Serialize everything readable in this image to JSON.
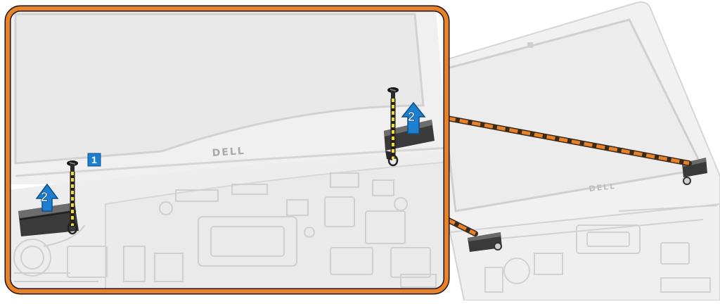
{
  "brand_logo": "DELL",
  "callouts": {
    "step1": "1",
    "step2_left": "2",
    "step2_right": "2"
  },
  "colors": {
    "callout_frame": "#e8822a",
    "step_badge": "#1c7fd0",
    "screw_path": "#f2dc2a",
    "leader_dash": "#e8822a",
    "hinge_cover": "#3a3a3a"
  },
  "icons": [
    "screw-icon",
    "lift-arrow-icon",
    "hinge-cover-icon"
  ]
}
